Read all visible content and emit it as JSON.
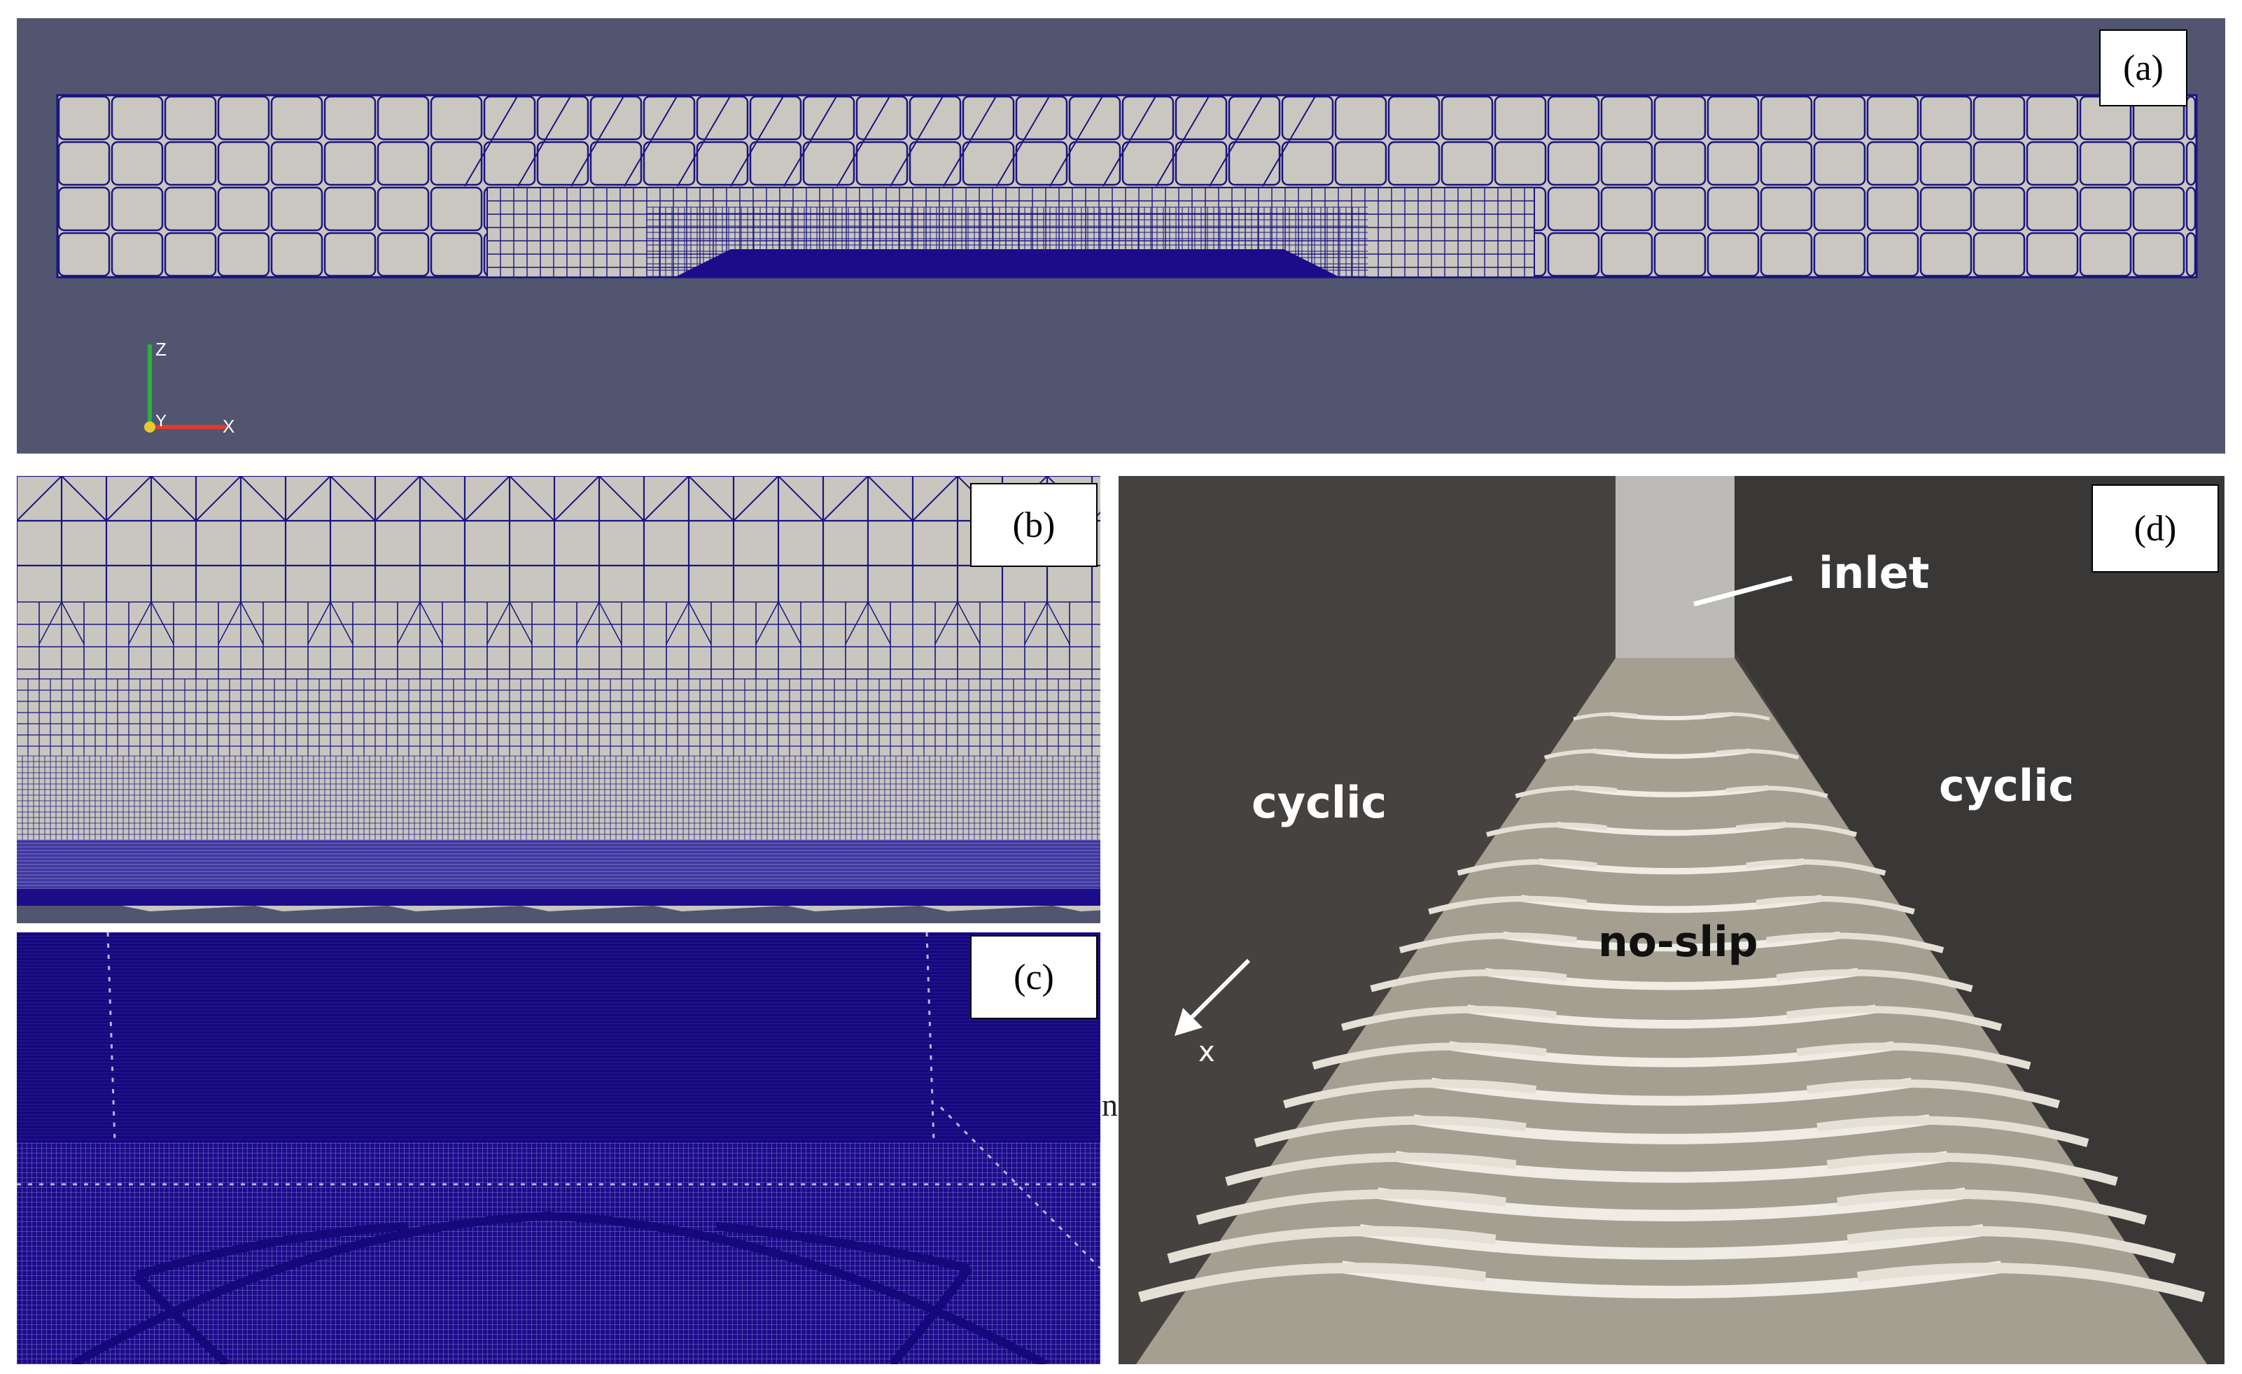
{
  "panels": {
    "a": {
      "label": "(a)",
      "axes": {
        "z": "Z",
        "y": "Y",
        "x": "X"
      }
    },
    "b": {
      "label": "(b)"
    },
    "c": {
      "label": "(c)"
    },
    "d": {
      "label": "(d)",
      "boundaries": {
        "inlet": "inlet",
        "cyclic_left": "cyclic",
        "cyclic_right": "cyclic",
        "wall": "no-slip"
      },
      "direction": "x"
    }
  },
  "stray_text": "n",
  "colors": {
    "background": "#525570",
    "mesh_face": "#c9c6bf",
    "mesh_line": "#1a1580",
    "dense_mesh": "#1c0c8a",
    "side_wall": "#46433f",
    "floor": "#a59f92"
  }
}
